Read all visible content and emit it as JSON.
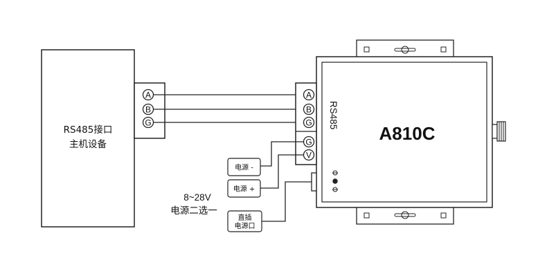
{
  "host_device": {
    "line1": "RS485接口",
    "line2": "主机设备"
  },
  "left_terminal": [
    "A",
    "B",
    "G"
  ],
  "right_terminal": [
    "A",
    "B",
    "G",
    "G",
    "V"
  ],
  "device": {
    "model": "A810C",
    "port_label": "RS485"
  },
  "power_negative": "电源 -",
  "power_positive": "电源 +",
  "power_spec": {
    "line1": "8~28V",
    "line2": "电源二选一"
  },
  "dc_jack": {
    "line1": "直插",
    "line2": "电源口"
  }
}
